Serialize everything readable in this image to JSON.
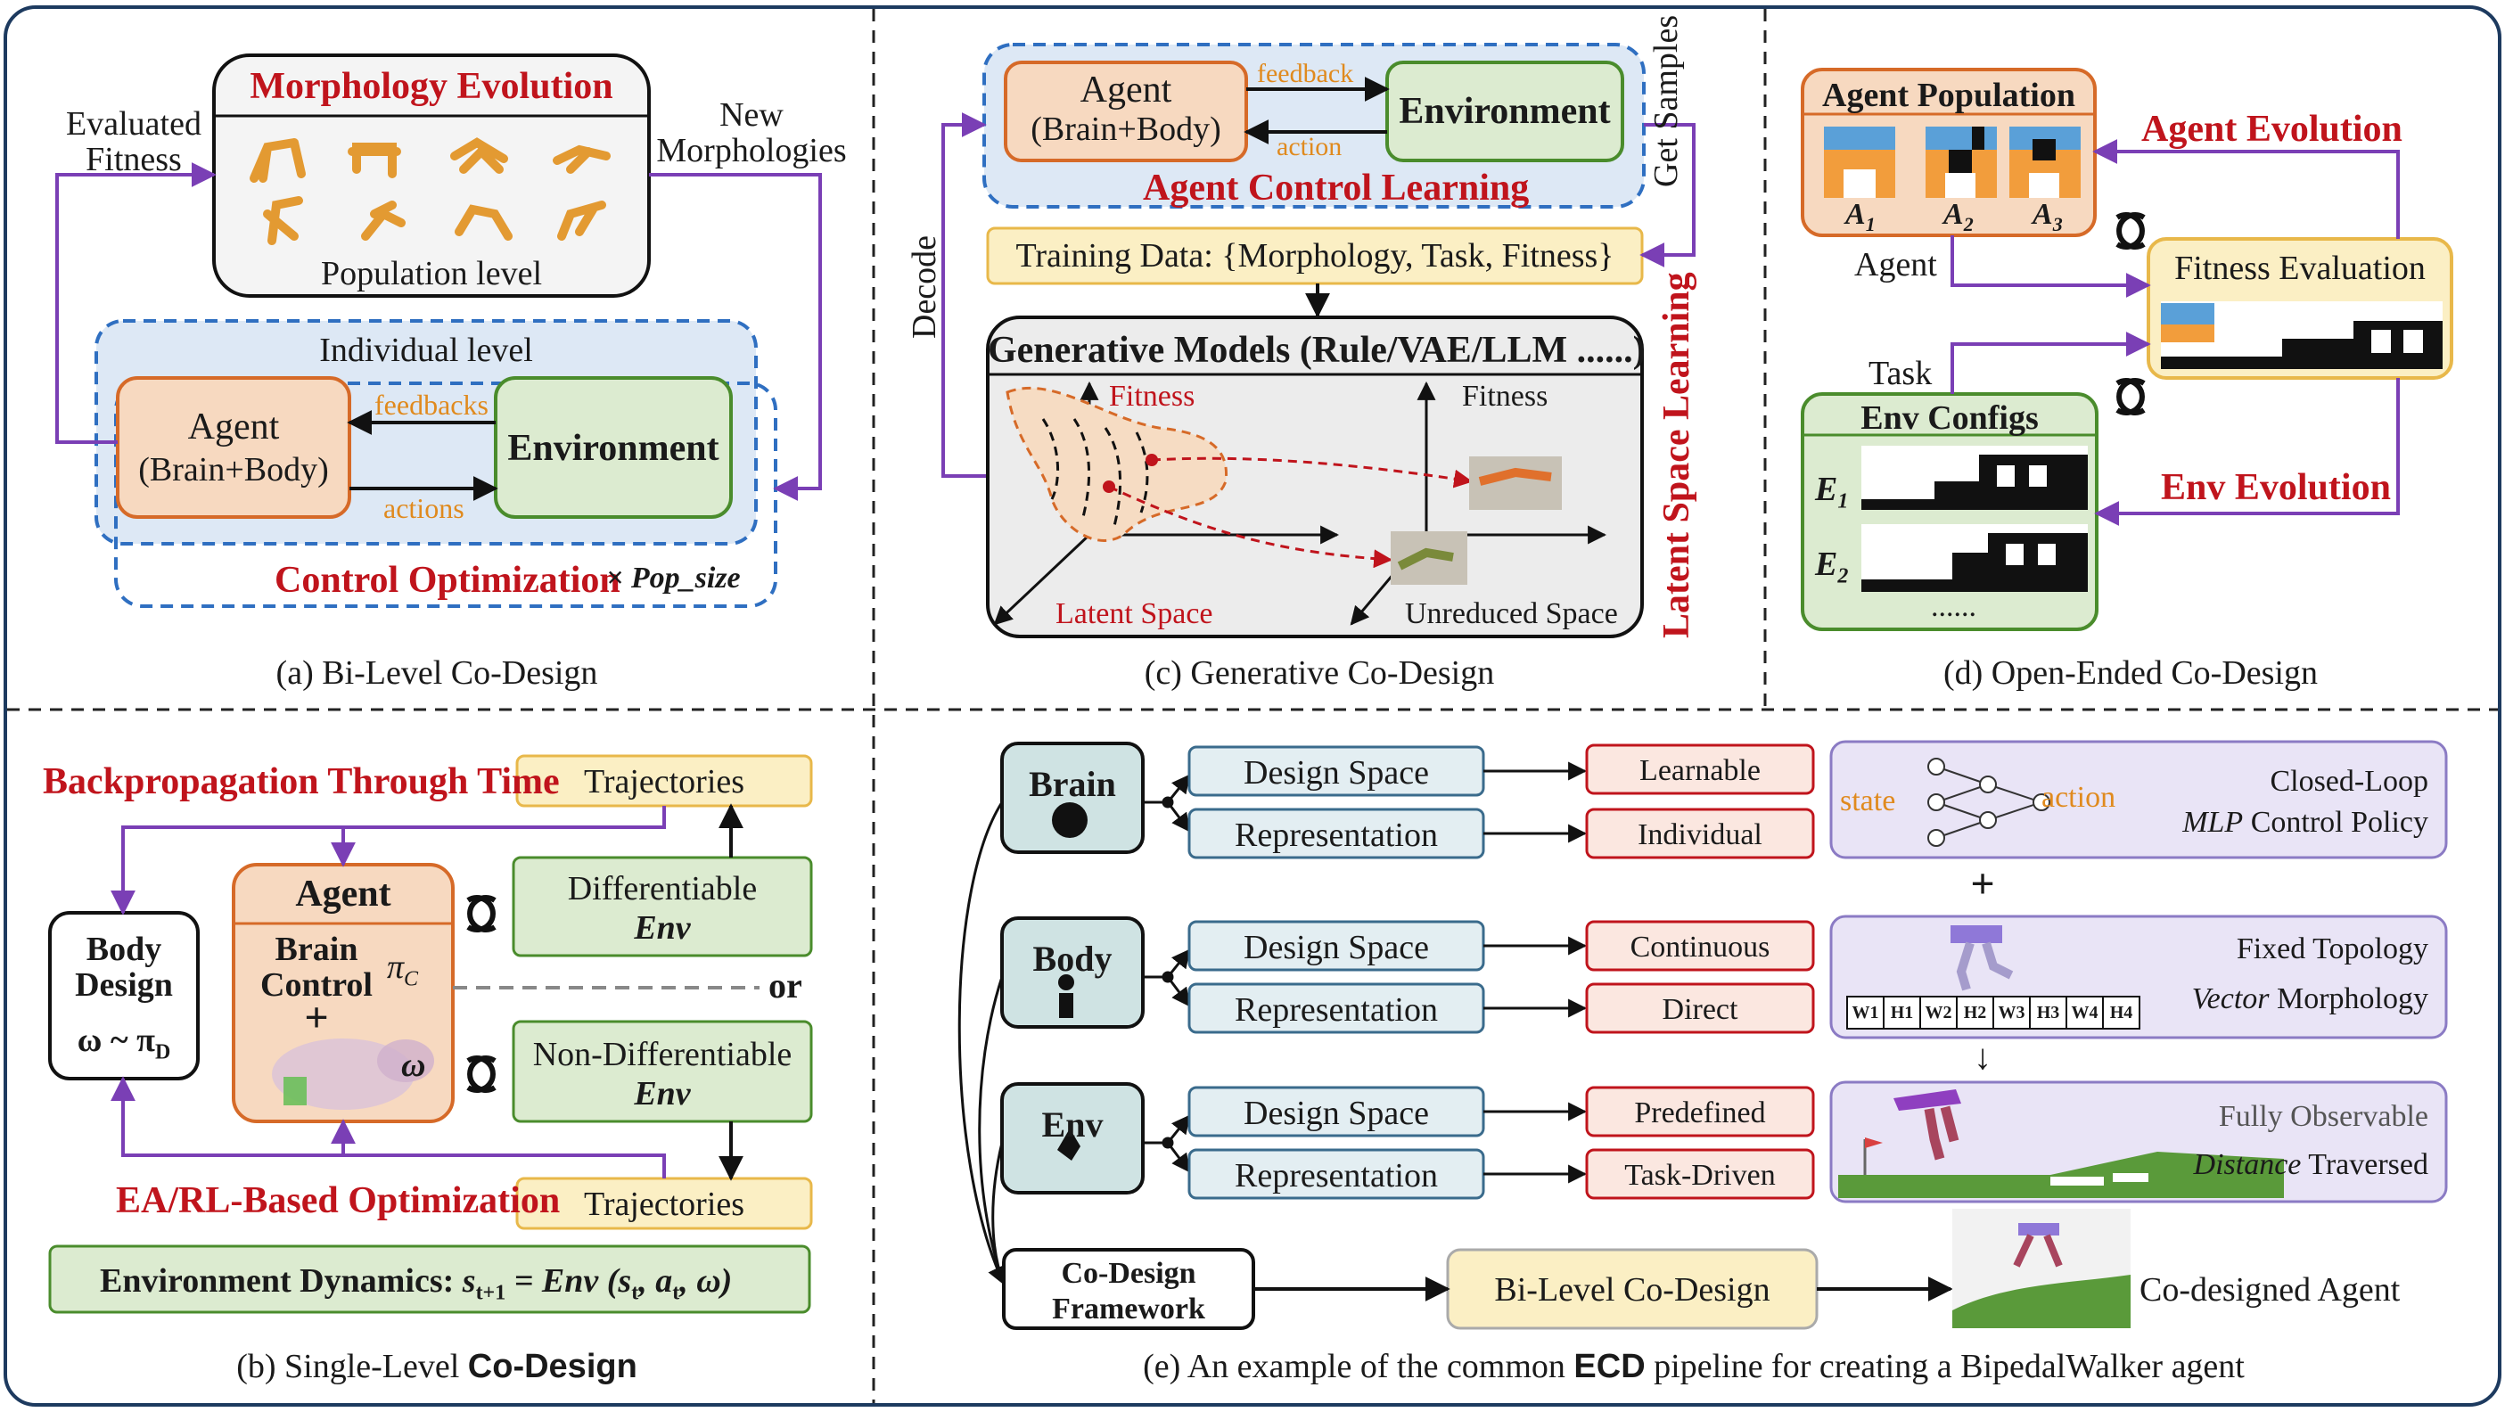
{
  "panel_a": {
    "morph_title": "Morphology Evolution",
    "population_level": "Population level",
    "evaluated_fitness": [
      "Evaluated",
      "Fitness"
    ],
    "new_morphologies": [
      "New",
      "Morphologies"
    ],
    "individual_level": "Individual level",
    "agent": "Agent",
    "brain_body": "(Brain+Body)",
    "environment": "Environment",
    "feedbacks": "feedbacks",
    "actions": "actions",
    "control_optimization": "Control Optimization",
    "pop_size": "× Pop_size",
    "caption": "(a)   Bi-Level Co-Design"
  },
  "panel_b": {
    "bptt": "Backpropagation Through Time",
    "trajectories_top": "Trajectories",
    "body_design": [
      "Body",
      "Design"
    ],
    "omega_formula": "ω ~ π",
    "omega_sub": "D",
    "agent": "Agent",
    "brain_control": [
      "Brain",
      "Control"
    ],
    "plus": "+",
    "pi_c": "π",
    "pi_c_sub": "C",
    "omega": "ω",
    "differentiable": "Differentiable",
    "env": "Env",
    "or": "or",
    "non_differentiable": "Non-Differentiable",
    "ea_rl": "EA/RL-Based Optimization",
    "trajectories_bottom": "Trajectories",
    "dynamics_label": "Environment Dynamics:",
    "dynamics_formula": "s",
    "dynamics_sub1": "t+1",
    "dynamics_eq": " = Env (s",
    "dynamics_sub2": "t",
    "dynamics_mid": ", a",
    "dynamics_sub3": "t",
    "dynamics_end": ", ω)",
    "caption_prefix": "(b)   Single-Level ",
    "caption_hi": "Co-Design"
  },
  "panel_c": {
    "agent": "Agent",
    "brain_body": "(Brain+Body)",
    "feedback": "feedback",
    "action": "action",
    "environment": "Environment",
    "control_learning": "Agent Control Learning",
    "training_data": "Training Data: {Morphology, Task, Fitness}",
    "get_samples": "Get Samples",
    "decode": "Decode",
    "gen_models": "Generative Models (Rule/VAE/LLM ......)",
    "fitness_red": "Fitness",
    "fitness_black": "Fitness",
    "latent_space": "Latent Space",
    "unreduced_space": "Unreduced Space",
    "latent_learning": "Latent Space Learning",
    "caption": "(c)   Generative Co-Design"
  },
  "panel_d": {
    "agent_population": "Agent Population",
    "a_labels": [
      "A",
      "A",
      "A"
    ],
    "a_subs": [
      "1",
      "2",
      "3"
    ],
    "agent_evolution": "Agent Evolution",
    "agent": "Agent",
    "fitness_evaluation": "Fitness Evaluation",
    "task": "Task",
    "env_configs": "Env Configs",
    "e1": "E",
    "e1_sub": "1",
    "e2": "E",
    "e2_sub": "2",
    "dots": "......",
    "env_evolution": "Env Evolution",
    "caption": "(d)   Open-Ended Co-Design"
  },
  "panel_e": {
    "rows": [
      {
        "name": "Brain",
        "space": "Design Space",
        "space_val": "Learnable",
        "rep": "Representation",
        "rep_val": "Individual"
      },
      {
        "name": "Body",
        "space": "Design Space",
        "space_val": "Continuous",
        "rep": "Representation",
        "rep_val": "Direct"
      },
      {
        "name": "Env",
        "space": "Design Space",
        "space_val": "Predefined",
        "rep": "Representation",
        "rep_val": "Task-Driven"
      }
    ],
    "state": "state",
    "action": "action",
    "closed_loop": "Closed-Loop",
    "mlp": "MLP",
    "control_policy": "Control Policy",
    "plus": "+",
    "fixed_topology": "Fixed Topology",
    "vector": "Vector",
    "morphology": "Morphology",
    "vector_cells": [
      "W1",
      "H1",
      "W2",
      "H2",
      "W3",
      "H3",
      "W4",
      "H4"
    ],
    "arrow_down": "↓",
    "fully_observable": "Fully Observable",
    "distance": "Distance",
    "traversed": "Traversed",
    "framework": [
      "Co-Design",
      "Framework"
    ],
    "bilevel": "Bi-Level Co-Design",
    "codesigned": "Co-designed Agent",
    "caption_prefix": "(e)   An example of the common ",
    "caption_hi": "ECD",
    "caption_suffix": " pipeline for creating a BipedalWalker agent"
  },
  "colors": {
    "red": "#c0141c",
    "orange": "#e08a1e",
    "purple": "#7a3fb5",
    "blue_dash": "#2f6fc1",
    "green_box": "#dcebd0",
    "orange_box": "#f7d9c0",
    "yellow_box": "#fbefc4",
    "teal_box": "#cfe3e3",
    "lavender_box": "#e9e4f6"
  }
}
